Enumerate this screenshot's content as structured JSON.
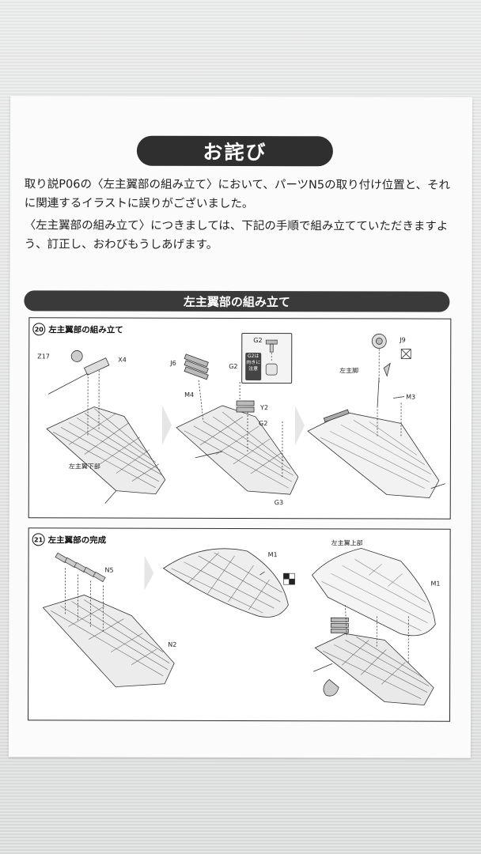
{
  "notice": {
    "title": "お詫び",
    "paragraph1": "取り説P06の〈左主翼部の組み立て〉において、パーツN5の取り付け位置と、それに関連するイラストに誤りがございました。",
    "paragraph2": "〈左主翼部の組み立て〉につきましては、下記の手順で組み立てていただきますよう、訂正し、おわびもうしあげます。"
  },
  "section": {
    "title": "左主翼部の組み立て"
  },
  "step20": {
    "number": "20",
    "title": "左主翼部の組み立て",
    "labels": {
      "z17": "Z17",
      "x4": "X4",
      "lower_wing": "左主翼下部",
      "j6": "J6",
      "g2": "G2",
      "m4": "M4",
      "y2": "Y2",
      "g2b": "G2",
      "g3": "G3",
      "callout_part": "G2",
      "callout_note": "G2は向きに注意",
      "j9": "J9",
      "left_wheel": "左主脚",
      "m3": "M3"
    }
  },
  "step21": {
    "number": "21",
    "title": "左主翼部の完成",
    "labels": {
      "n5": "N5",
      "n2": "N2",
      "m1": "M1",
      "upper_wing": "左主翼上部",
      "m1b": "M1"
    }
  },
  "colors": {
    "ink": "#222222",
    "pill": "#2f2f2f",
    "paper": "#fbfbfb"
  }
}
